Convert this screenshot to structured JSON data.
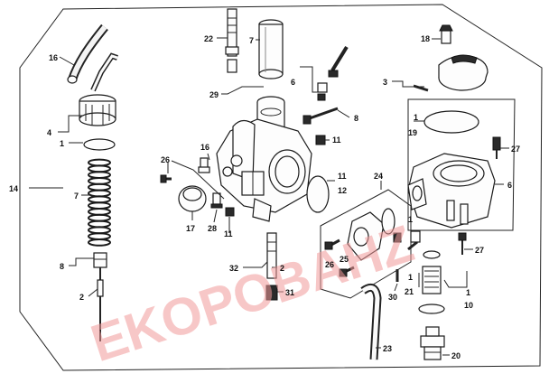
{
  "watermark": "EKOPOBAHZ",
  "callouts": [
    {
      "id": "c16",
      "label": "16"
    },
    {
      "id": "c4",
      "label": "4"
    },
    {
      "id": "c1a",
      "label": "1"
    },
    {
      "id": "c7",
      "label": "7"
    },
    {
      "id": "c14",
      "label": "14"
    },
    {
      "id": "c8a",
      "label": "8"
    },
    {
      "id": "c2a",
      "label": "2"
    },
    {
      "id": "c22",
      "label": "22"
    },
    {
      "id": "c7b",
      "label": "7"
    },
    {
      "id": "c29",
      "label": "29"
    },
    {
      "id": "c6a",
      "label": "6"
    },
    {
      "id": "c8b",
      "label": "8"
    },
    {
      "id": "c11a",
      "label": "11"
    },
    {
      "id": "c16b",
      "label": "16"
    },
    {
      "id": "c26",
      "label": "26"
    },
    {
      "id": "c17",
      "label": "17"
    },
    {
      "id": "c28",
      "label": "28"
    },
    {
      "id": "c11b",
      "label": "11"
    },
    {
      "id": "c11c",
      "label": "11"
    },
    {
      "id": "c12",
      "label": "12"
    },
    {
      "id": "c32",
      "label": "32"
    },
    {
      "id": "c2b",
      "label": "2"
    },
    {
      "id": "c31",
      "label": "31"
    },
    {
      "id": "c18",
      "label": "18"
    },
    {
      "id": "c3",
      "label": "3"
    },
    {
      "id": "c1b",
      "label": "1"
    },
    {
      "id": "c19",
      "label": "19"
    },
    {
      "id": "c27a",
      "label": "27"
    },
    {
      "id": "c6b",
      "label": "6"
    },
    {
      "id": "c24",
      "label": "24"
    },
    {
      "id": "c26b",
      "label": "26"
    },
    {
      "id": "c25",
      "label": "25"
    },
    {
      "id": "c1c",
      "label": "1"
    },
    {
      "id": "c27b",
      "label": "27"
    },
    {
      "id": "c1d",
      "label": "1"
    },
    {
      "id": "c21",
      "label": "21"
    },
    {
      "id": "c30",
      "label": "30"
    },
    {
      "id": "c1e",
      "label": "1"
    },
    {
      "id": "c10",
      "label": "10"
    },
    {
      "id": "c23",
      "label": "23"
    },
    {
      "id": "c20",
      "label": "20"
    }
  ]
}
